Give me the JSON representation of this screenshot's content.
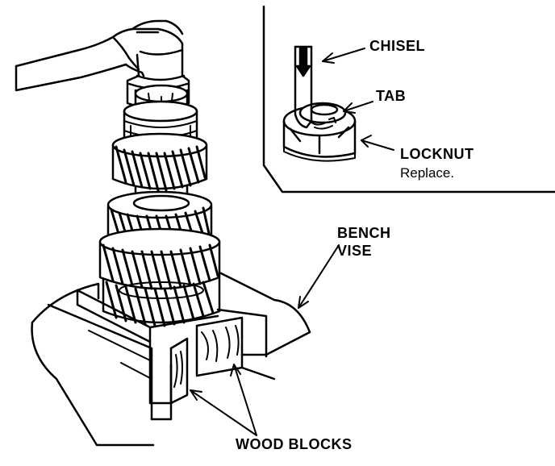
{
  "labels": {
    "chisel": "CHISEL",
    "tab": "TAB",
    "locknut": "LOCKNUT",
    "locknut_note": "Replace.",
    "bench_vise_line1": "BENCH",
    "bench_vise_line2": "VISE",
    "wood_blocks": "WOOD BLOCKS"
  },
  "colors": {
    "ink": "#000000",
    "paper": "#ffffff"
  }
}
